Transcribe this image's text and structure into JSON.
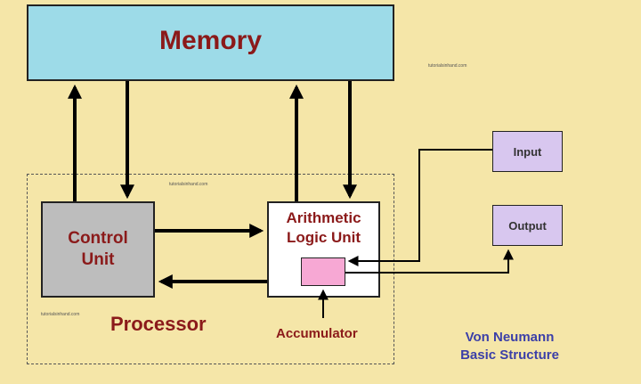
{
  "memory": {
    "label": "Memory"
  },
  "control_unit": {
    "line1": "Control",
    "line2": "Unit"
  },
  "alu": {
    "line1": "Arithmetic",
    "line2": "Logic Unit"
  },
  "accumulator": {
    "label": "Accumulator"
  },
  "processor": {
    "label": "Processor"
  },
  "input": {
    "label": "Input"
  },
  "output": {
    "label": "Output"
  },
  "title": {
    "line1": "Von Neumann",
    "line2": "Basic Structure"
  },
  "watermark": {
    "text": "tutorialsinhand.com"
  },
  "colors": {
    "background": "#f5e6a8",
    "memory_fill": "#9ddbe8",
    "control_fill": "#bdbdbd",
    "alu_fill": "#ffffff",
    "accumulator_fill": "#f7a8d4",
    "io_fill": "#d8c7ef",
    "label_red": "#8b1a1a",
    "title_blue": "#3b3fa8"
  }
}
